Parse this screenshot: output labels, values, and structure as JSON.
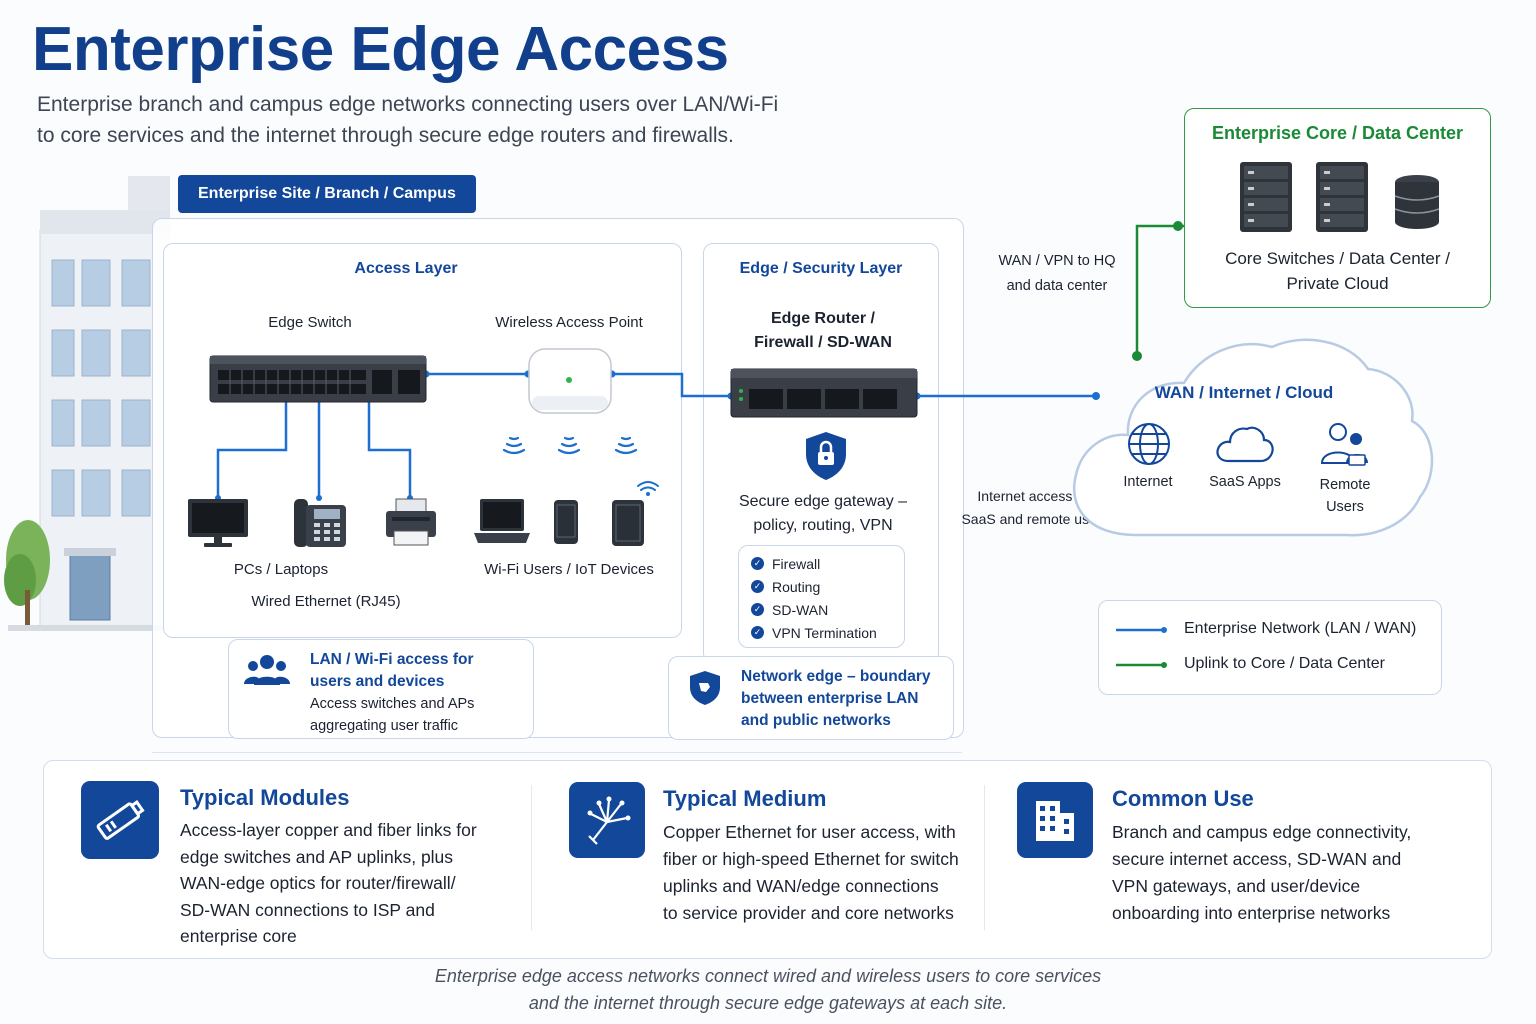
{
  "header": {
    "title": "Enterprise Edge Access",
    "subtitle_line1": "Enterprise branch and campus edge networks connecting users over LAN/Wi-Fi",
    "subtitle_line2": "to core services and the internet through secure edge routers and firewalls."
  },
  "site": {
    "pill": "Enterprise Site / Branch / Campus",
    "access_layer": {
      "title": "Access Layer",
      "edge_switch": "Edge Switch",
      "wireless_ap": "Wireless Access Point",
      "pcs": "PCs / Laptops",
      "wifi_users": "Wi-Fi Users / IoT Devices",
      "wired": "Wired Ethernet (RJ45)"
    },
    "lan_note": {
      "title_line1": "LAN / Wi-Fi access for",
      "title_line2": "users and devices",
      "text_line1": "Access switches and APs",
      "text_line2": "aggregating user traffic"
    },
    "edge_layer": {
      "title": "Edge / Security Layer",
      "router_line1": "Edge Router /",
      "router_line2": "Firewall / SD-WAN",
      "gateway_line1": "Secure edge gateway –",
      "gateway_line2": "policy, routing, VPN",
      "features": [
        "Firewall",
        "Routing",
        "SD-WAN",
        "VPN Termination"
      ]
    },
    "boundary_note": {
      "line1": "Network edge – boundary",
      "line2": "between enterprise LAN",
      "line3": "and public networks"
    }
  },
  "core": {
    "title": "Enterprise Core / Data Center",
    "label_line1": "Core Switches / Data Center /",
    "label_line2": "Private Cloud"
  },
  "links": {
    "wan_hq_line1": "WAN / VPN to HQ",
    "wan_hq_line2": "and data center",
    "internet_line1": "Internet access for",
    "internet_line2": "SaaS and remote users"
  },
  "cloud": {
    "title": "WAN / Internet / Cloud",
    "internet": "Internet",
    "saas": "SaaS Apps",
    "remote_line1": "Remote",
    "remote_line2": "Users"
  },
  "legend": {
    "enterprise": "Enterprise Network (LAN / WAN)",
    "uplink": "Uplink to Core / Data Center",
    "enterprise_color": "#1c6fd1",
    "uplink_color": "#1a8a35"
  },
  "modules": [
    {
      "icon": "transceiver-icon",
      "title": "Typical Modules",
      "lines": [
        "Access-layer copper and fiber links for",
        "edge switches and AP uplinks, plus",
        "WAN-edge optics for router/firewall/",
        "SD-WAN connections to ISP and",
        "enterprise core"
      ]
    },
    {
      "icon": "fiber-icon",
      "title": "Typical Medium",
      "lines": [
        "Copper Ethernet for user access, with",
        "fiber or high-speed Ethernet for switch",
        "uplinks and WAN/edge connections",
        "to service provider and core networks"
      ]
    },
    {
      "icon": "building-icon",
      "title": "Common Use",
      "lines": [
        "Branch and campus edge connectivity,",
        "secure internet access, SD-WAN and",
        "VPN gateways, and user/device",
        "onboarding into enterprise networks"
      ]
    }
  ],
  "caption": {
    "line1": "Enterprise edge access networks connect wired and wireless users to core services",
    "line2": "and the internet through secure edge gateways at each site."
  },
  "colors": {
    "brand_blue": "#12479a",
    "link_blue": "#1c6fd1",
    "core_green": "#1a8a35"
  }
}
